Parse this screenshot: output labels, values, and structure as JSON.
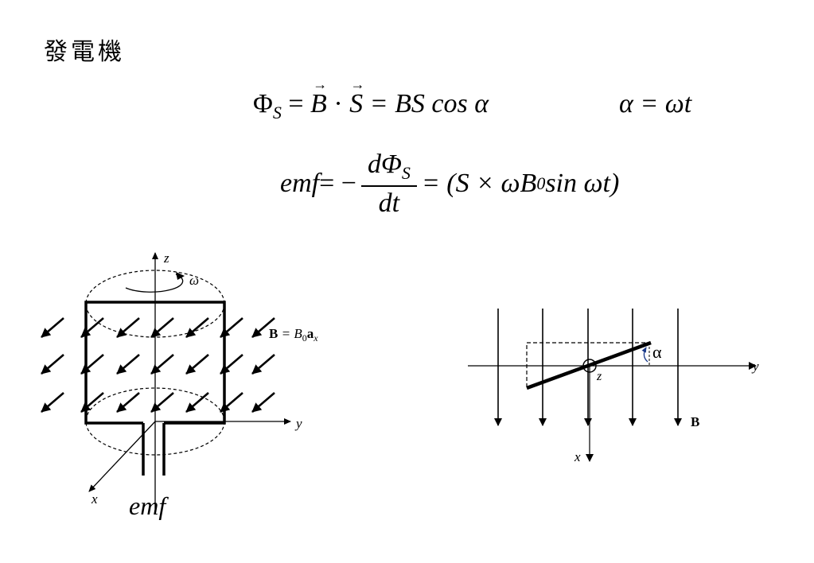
{
  "title": "發電機",
  "equations": {
    "flux_lhs": "Φ",
    "flux_sub": "S",
    "flux_eq1": " = ",
    "flux_B": "B",
    "flux_dot": " · ",
    "flux_S": "S",
    "flux_rest": " = BS cos α",
    "angle": "α = ωt",
    "emf_lhs": "emf",
    "emf_eq": " = −",
    "emf_num": "dΦ",
    "emf_num_sub": "S",
    "emf_den": "dt",
    "emf_rhs_a": " = (S × ωB",
    "emf_rhs_sub": "0",
    "emf_rhs_b": " sin ωt)"
  },
  "left_diagram": {
    "axis_z": "z",
    "axis_y": "y",
    "axis_x": "x",
    "omega": "ω",
    "field_B": "B",
    "field_eq": " = B",
    "field_sub": "0",
    "field_a": "a",
    "field_a_sub": "x",
    "emf_label": "emf"
  },
  "right_diagram": {
    "axis_y": "y",
    "axis_x": "x",
    "axis_z": "z",
    "alpha": "α",
    "field_B": "B"
  }
}
